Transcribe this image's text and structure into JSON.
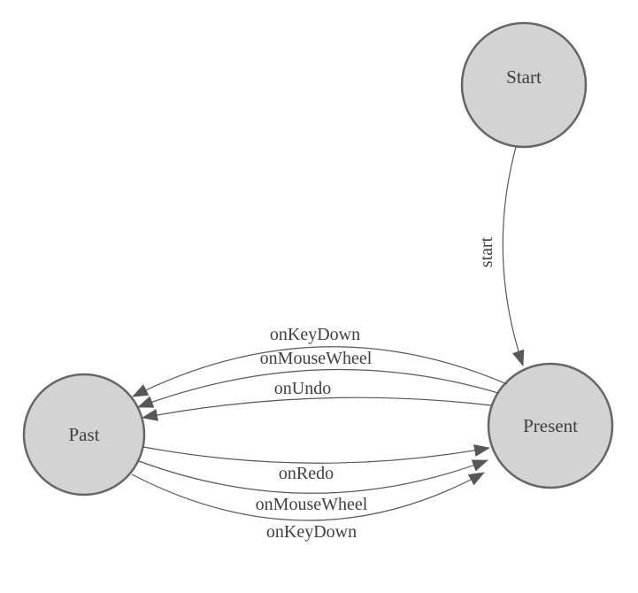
{
  "diagram": {
    "nodes": {
      "start": {
        "label": "Start"
      },
      "present": {
        "label": "Present"
      },
      "past": {
        "label": "Past"
      }
    },
    "edges": {
      "start_to_present": {
        "label": "start"
      },
      "present_to_past": [
        {
          "label": "onKeyDown"
        },
        {
          "label": "onMouseWheel"
        },
        {
          "label": "onUndo"
        }
      ],
      "past_to_present": [
        {
          "label": "onRedo"
        },
        {
          "label": "onMouseWheel"
        },
        {
          "label": "onKeyDown"
        }
      ]
    },
    "colors": {
      "background": "#ffffff",
      "node_fill": "#d3d3d3",
      "node_stroke": "#666666",
      "edge": "#575757",
      "label": "#3f3f3f"
    }
  }
}
